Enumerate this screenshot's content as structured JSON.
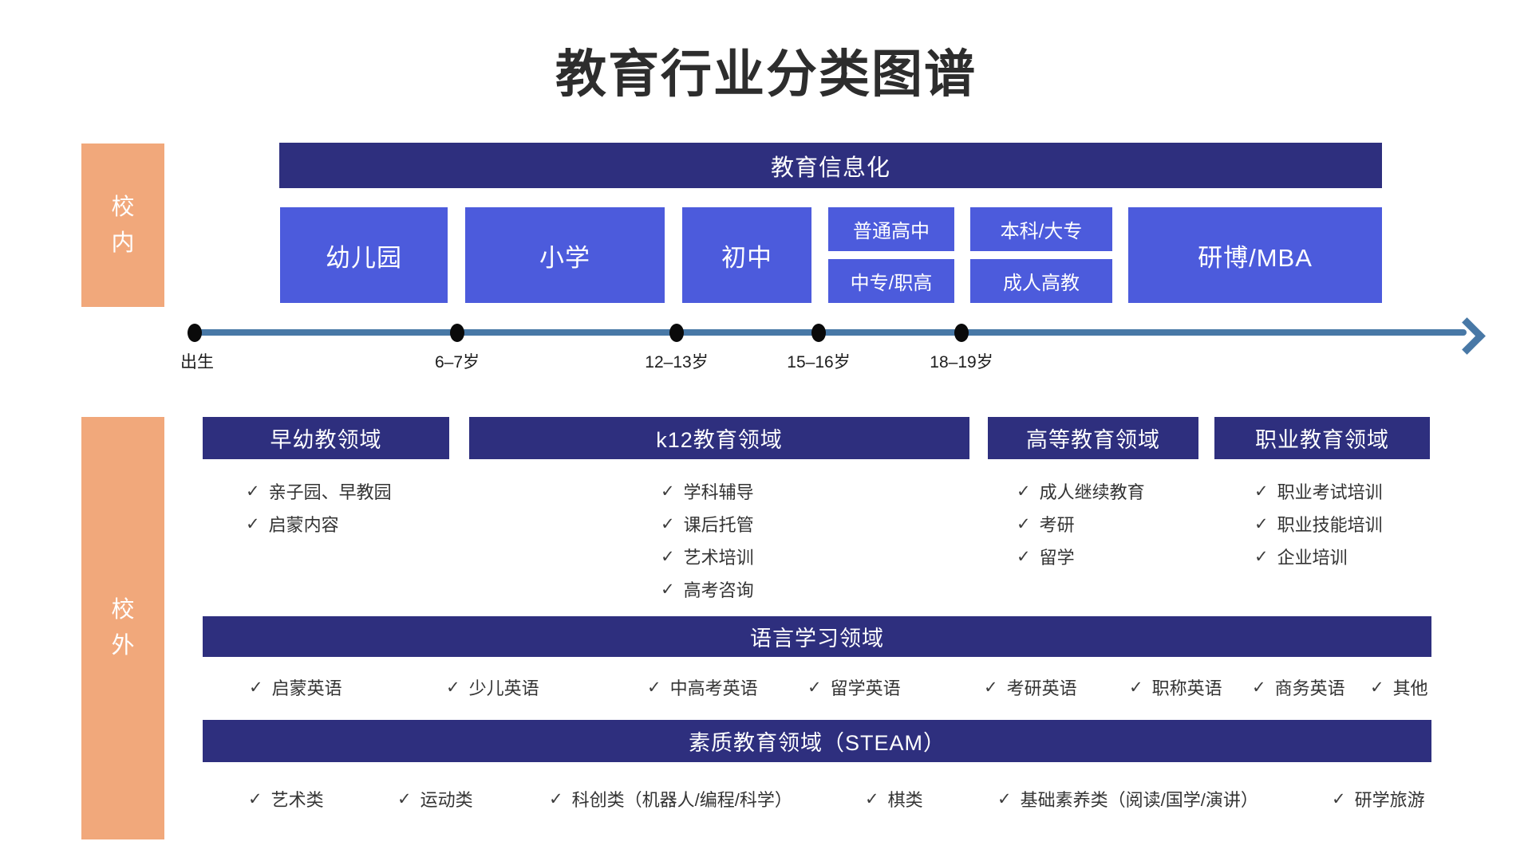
{
  "title": "教育行业分类图谱",
  "check_glyph": "✓",
  "colors": {
    "navy": "#2e2f7e",
    "blue": "#4c5bdc",
    "orange": "#f1a87b",
    "timeline": "#4878a6"
  },
  "inside": {
    "label": "校内",
    "top_bar": "教育信息化",
    "stages": [
      "幼儿园",
      "小学",
      "初中"
    ],
    "stacked": [
      {
        "top": "普通高中",
        "bottom": "中专/职高"
      },
      {
        "top": "本科/大专",
        "bottom": "成人高教"
      }
    ],
    "last_stage": "研博/MBA"
  },
  "timeline": {
    "labels": [
      "出生",
      "6–7岁",
      "12–13岁",
      "15–16岁",
      "18–19岁"
    ]
  },
  "outside": {
    "label": "校外",
    "domains": [
      {
        "title": "早幼教领域",
        "items": [
          "亲子园、早教园",
          "启蒙内容"
        ]
      },
      {
        "title": "k12教育领域",
        "items": [
          "学科辅导",
          "课后托管",
          "艺术培训",
          "高考咨询"
        ]
      },
      {
        "title": "高等教育领域",
        "items": [
          "成人继续教育",
          "考研",
          "留学"
        ]
      },
      {
        "title": "职业教育领域",
        "items": [
          "职业考试培训",
          "职业技能培训",
          "企业培训"
        ]
      }
    ],
    "language": {
      "title": "语言学习领域",
      "items": [
        "启蒙英语",
        "少儿英语",
        "中高考英语",
        "留学英语",
        "考研英语",
        "职称英语",
        "商务英语",
        "其他"
      ]
    },
    "steam": {
      "title": "素质教育领域（STEAM）",
      "items": [
        "艺术类",
        "运动类",
        "科创类（机器人/编程/科学）",
        "棋类",
        "基础素养类（阅读/国学/演讲）",
        "研学旅游"
      ]
    }
  }
}
